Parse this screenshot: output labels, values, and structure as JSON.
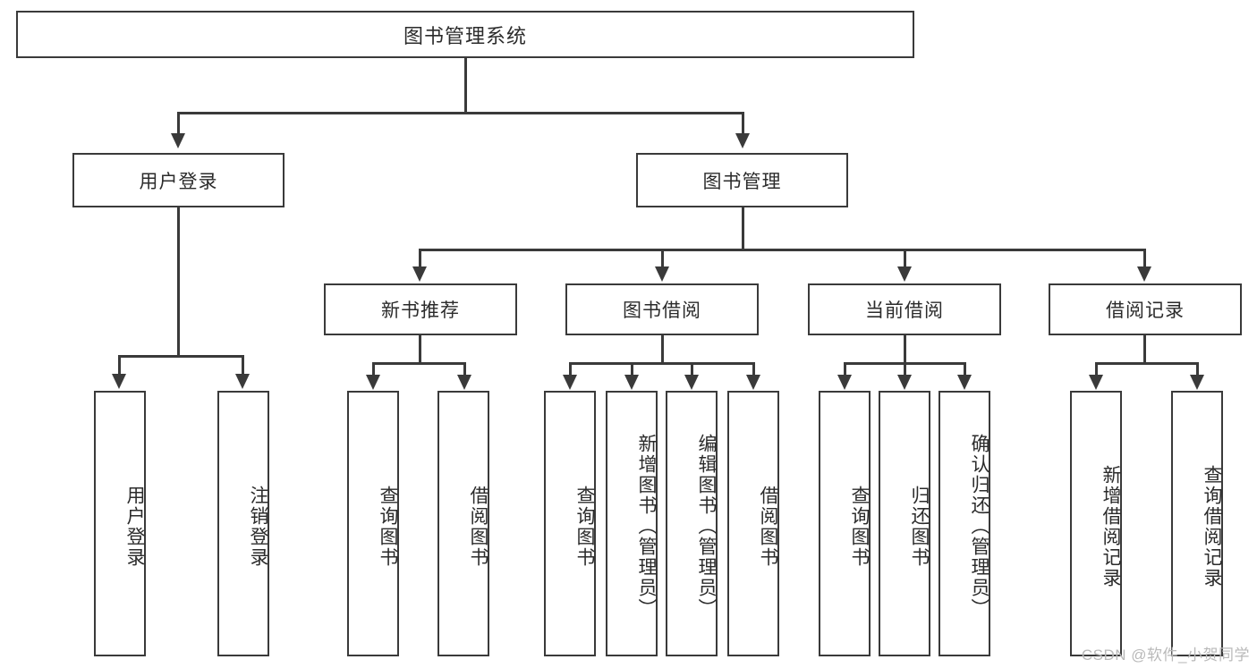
{
  "diagram": {
    "title": "图书管理系统",
    "type": "tree-hierarchy",
    "watermark": "CSDN @软件_小贺同学",
    "colors": {
      "stroke": "#3a3a3a",
      "fill": "#ffffff",
      "text": "#2b2b2b",
      "watermark": "#b9b9b9"
    }
  },
  "nodes": {
    "root": {
      "label": "图书管理系统"
    },
    "level2": [
      {
        "id": "user-login",
        "label": "用户登录"
      },
      {
        "id": "book-manage",
        "label": "图书管理"
      }
    ],
    "level3": [
      {
        "id": "new-book-recommend",
        "label": "新书推荐"
      },
      {
        "id": "book-borrow",
        "label": "图书借阅"
      },
      {
        "id": "current-borrow",
        "label": "当前借阅"
      },
      {
        "id": "borrow-record",
        "label": "借阅记录"
      }
    ],
    "leaves": {
      "user-login": [
        {
          "id": "leaf-user-login",
          "label": "用户登录"
        },
        {
          "id": "leaf-logout",
          "label": "注销登录"
        }
      ],
      "new-book-recommend": [
        {
          "id": "leaf-query-book-1",
          "label": "查询图书"
        },
        {
          "id": "leaf-borrow-book-1",
          "label": "借阅图书"
        }
      ],
      "book-borrow": [
        {
          "id": "leaf-query-book-2",
          "label": "查询图书"
        },
        {
          "id": "leaf-add-book",
          "label": "新增图书（管理员）"
        },
        {
          "id": "leaf-edit-book",
          "label": "编辑图书（管理员）"
        },
        {
          "id": "leaf-borrow-book-2",
          "label": "借阅图书"
        }
      ],
      "current-borrow": [
        {
          "id": "leaf-query-book-3",
          "label": "查询图书"
        },
        {
          "id": "leaf-return-book",
          "label": "归还图书"
        },
        {
          "id": "leaf-confirm-return",
          "label": "确认归还（管理员）"
        }
      ],
      "borrow-record": [
        {
          "id": "leaf-add-record",
          "label": "新增借阅记录"
        },
        {
          "id": "leaf-query-record",
          "label": "查询借阅记录"
        }
      ]
    }
  }
}
